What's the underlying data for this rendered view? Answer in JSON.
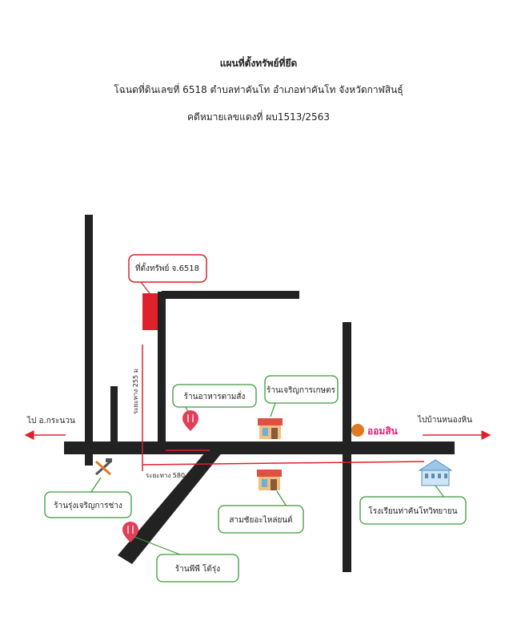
{
  "header": {
    "title": "แผนที่ตั้งทรัพย์ที่ยึด",
    "deed_line": "โฉนดที่ดินเลขที่ 6518 ตำบลท่าคันโท อำเภอท่าคันโท จังหวัดกาฬสินธุ์",
    "case_line": "คดีหมายเลขแดงที่ ผบ1513/2563"
  },
  "map": {
    "property_label": "ที่ตั้งทรัพย์ จ.6518",
    "distance_vertical": "ระยะทาง 255 ม",
    "distance_horizontal": "ระยะทาง 580 ม",
    "direction_left": "ไป อ.กระนวน",
    "direction_right": "ไปบ้านหนองหิน",
    "places": {
      "restaurant": "ร้านอาหารตามสั่ง",
      "agri_shop": "ร้านเจริญการเกษตร",
      "hardware_shop": "ร้านรุ่งเจริญการช่าง",
      "parts_shop": "สามชัยอะไหล่ยนต์",
      "school": "โรงเรียนท่าคันโทวิทยายน",
      "pp_shop": "ร้านพีพี โต้รุ่ง",
      "bank_logo": "ออมสิน"
    },
    "colors": {
      "road": "#222222",
      "property": "#e0202a",
      "route": "#e0202a",
      "callout_border": "#3a9a3a",
      "property_callout_border": "#e0202a",
      "pin": "#e0405a"
    }
  }
}
